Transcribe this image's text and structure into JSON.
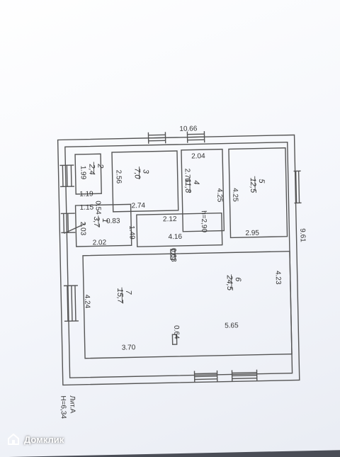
{
  "plan": {
    "rooms": [
      {
        "num": "2",
        "area": "2,4"
      },
      {
        "num": "3",
        "area": "7,0"
      },
      {
        "num": "4",
        "area": "11,8"
      },
      {
        "num": "5",
        "area": "12,5"
      },
      {
        "num": "1",
        "area": "3,7"
      },
      {
        "num": "6",
        "area": "24,5"
      },
      {
        "num": "7",
        "area": "15,7"
      }
    ],
    "dimensions": {
      "overall_width": "10.66",
      "overall_depth": "9.61",
      "d_2_04": "2.04",
      "d_1_99": "1.99",
      "d_2_56": "2.56",
      "d_2_76": "2.76",
      "d_4_25a": "4.25",
      "d_4_25b": "4.25",
      "d_1_19": "1.19",
      "d_1_15": "1.15",
      "d_0_54": "0.54",
      "d_2_74": "2.74",
      "d_2_12": "2.12",
      "d_h": "h=2,90",
      "d_2_95": "2.95",
      "d_2_03": "2.03",
      "d_0_83a": "0.83",
      "d_1_49": "1.49",
      "d_2_02": "2.02",
      "d_4_16": "4.16",
      "d_0_63": "0.63",
      "d_4_23": "4.23",
      "d_4_24": "4.24",
      "d_5_65": "5.65",
      "d_0_64": "0.64",
      "d_3_70": "3.70"
    },
    "litera": "Лит.А",
    "height": "H=6,34"
  },
  "watermark": {
    "text": "Домклик"
  }
}
